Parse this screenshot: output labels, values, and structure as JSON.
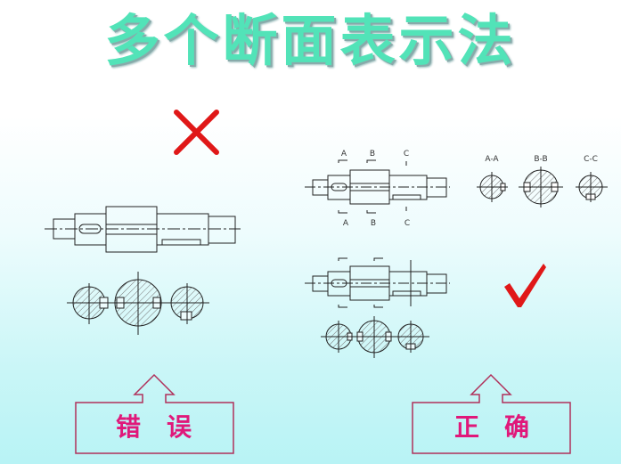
{
  "title": "多个断面表示法",
  "wrong": {
    "mark_icon": "cross-mark",
    "mark_color": "#e01818",
    "label_chars": [
      "错",
      "误"
    ]
  },
  "correct": {
    "mark_icon": "check-mark",
    "mark_color": "#e01818",
    "label_chars": [
      "正",
      "确"
    ],
    "section_marks_top": [
      "A",
      "B",
      "C"
    ],
    "section_marks_bottom": [
      "A",
      "B",
      "C"
    ],
    "section_titles": [
      "A-A",
      "B-B",
      "C-C"
    ]
  },
  "colors": {
    "title": "#52e3b8",
    "label_text": "#e0187a",
    "box_border": "#b0305a",
    "line": "#222222",
    "hatch": "#777777"
  }
}
